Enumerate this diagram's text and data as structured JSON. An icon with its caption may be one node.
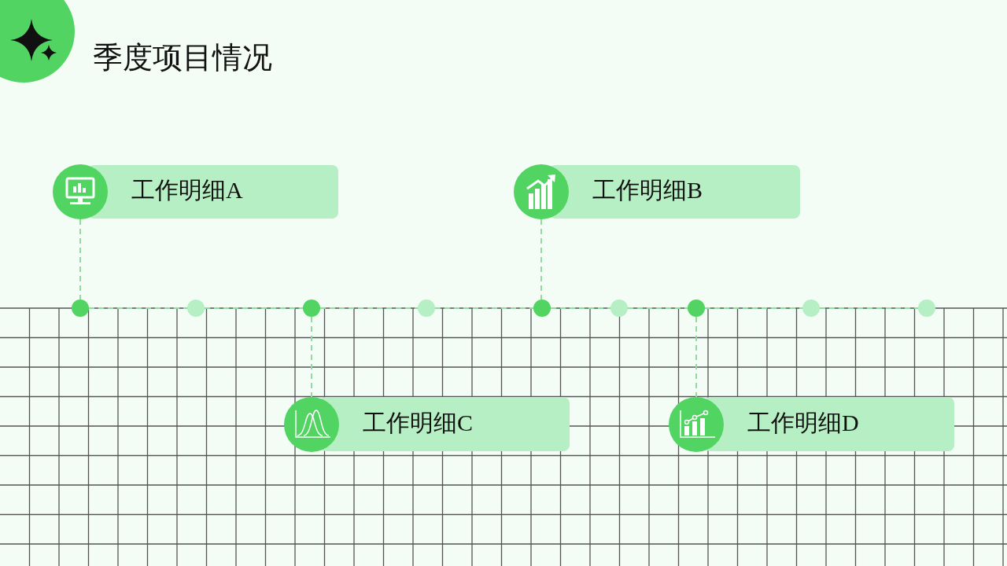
{
  "diagram": {
    "title": "季度项目情况",
    "nodes": [
      {
        "text": [
          "工作明细A"
        ]
      },
      {
        "text": [
          "工作明细B"
        ]
      },
      {
        "text": [
          "工作明细C"
        ]
      },
      {
        "text": [
          "工作明细D"
        ]
      },
      {
        "text": [],
        "shape": "circle"
      },
      {
        "text": [],
        "shape": "circle"
      },
      {
        "text": [],
        "shape": "circle"
      },
      {
        "text": [],
        "shape": "circle"
      },
      {
        "text": [],
        "shape": "circle"
      },
      {
        "text": [],
        "shape": "circle"
      },
      {
        "text": [],
        "shape": "circle"
      },
      {
        "text": [],
        "shape": "circle"
      },
      {
        "text": [],
        "shape": "circle"
      }
    ],
    "edges": [
      {
        "from": 0,
        "to": 4,
        "arrow": "none",
        "style": "dashed"
      },
      {
        "from": 1,
        "to": 8,
        "arrow": "none",
        "style": "dashed"
      },
      {
        "from": 6,
        "to": 2,
        "arrow": "none",
        "style": "dashed"
      },
      {
        "from": 10,
        "to": 3,
        "arrow": "none",
        "style": "dashed"
      },
      {
        "from": 4,
        "to": 5,
        "arrow": "none",
        "style": "dashed"
      },
      {
        "from": 5,
        "to": 6,
        "arrow": "none",
        "style": "dashed"
      },
      {
        "from": 6,
        "to": 7,
        "arrow": "none",
        "style": "dashed"
      },
      {
        "from": 7,
        "to": 8,
        "arrow": "none",
        "style": "dashed"
      },
      {
        "from": 8,
        "to": 9,
        "arrow": "none",
        "style": "dashed"
      },
      {
        "from": 9,
        "to": 10,
        "arrow": "none",
        "style": "dashed"
      },
      {
        "from": 10,
        "to": 11,
        "arrow": "none",
        "style": "dashed"
      },
      {
        "from": 11,
        "to": 12,
        "arrow": "none",
        "style": "dashed"
      }
    ]
  }
}
